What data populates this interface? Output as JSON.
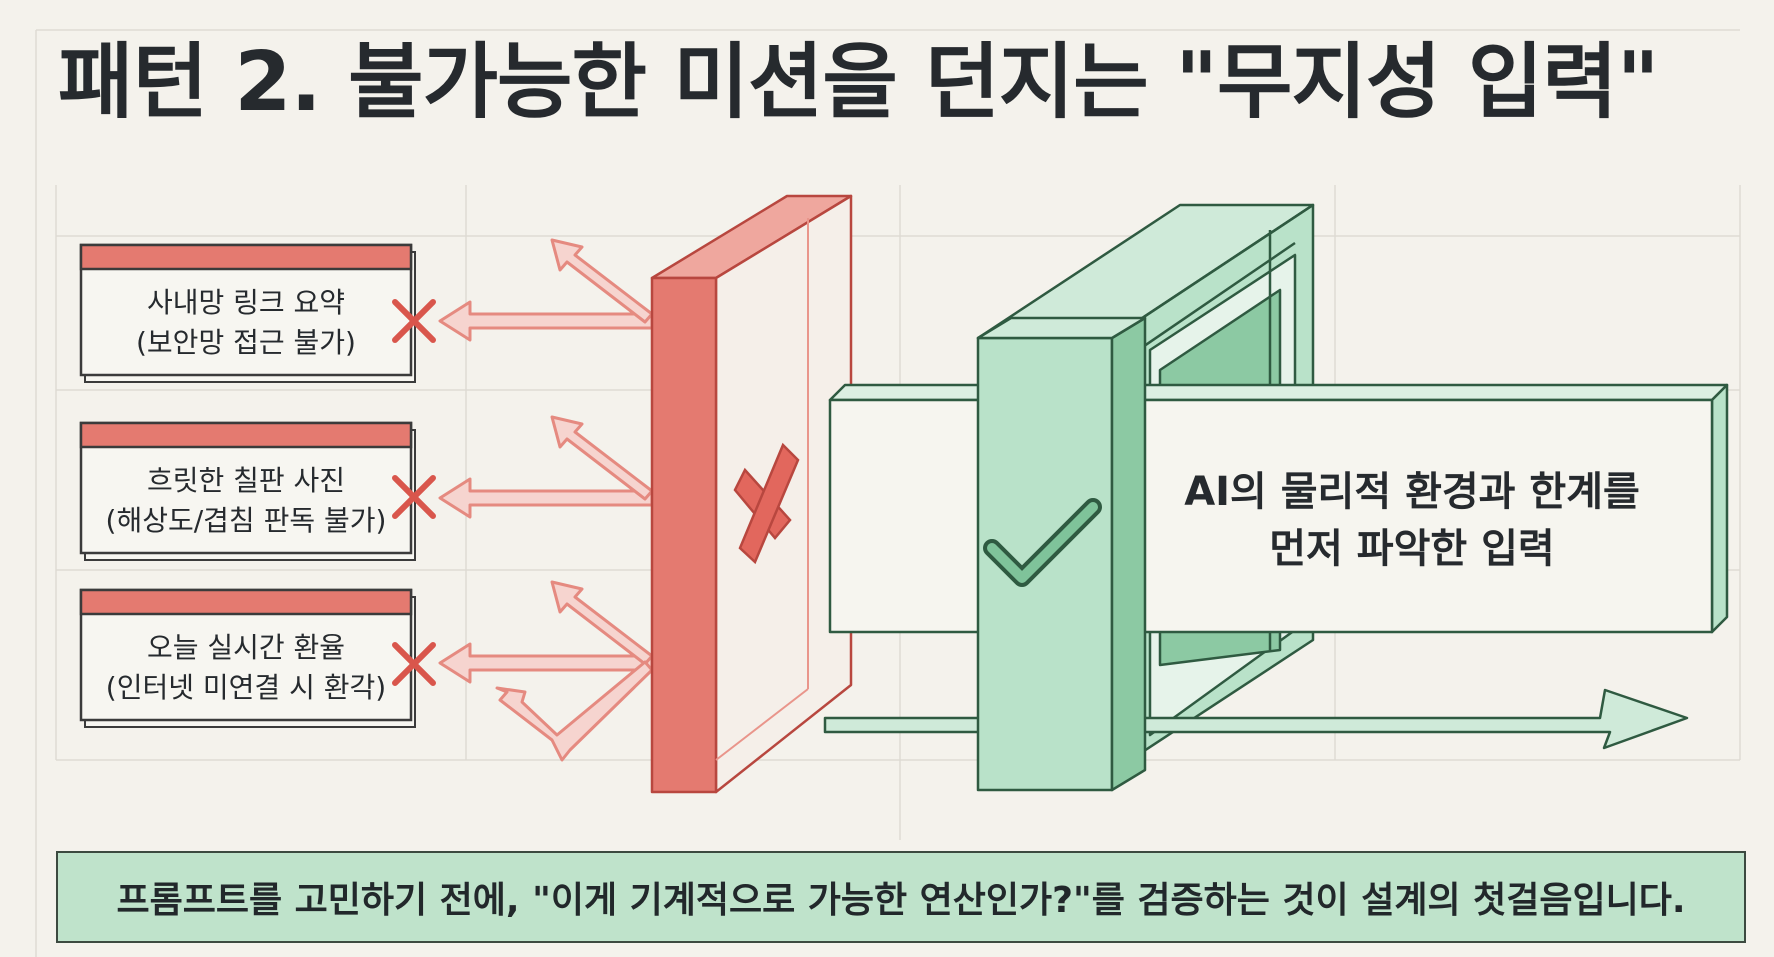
{
  "title": "패턴 2. 불가능한 미션을 던지는 \"무지성 입력\"",
  "blocked_inputs": [
    {
      "line1": "사내망 링크 요약",
      "line2": "(보안망 접근 불가)"
    },
    {
      "line1": "흐릿한 칠판 사진",
      "line2": "(해상도/겹침 판독 불가)"
    },
    {
      "line1": "오늘 실시간 환율",
      "line2": "(인터넷 미연결 시 환각)"
    }
  ],
  "valid_input": {
    "line1": "AI의 물리적 환경과 한계를",
    "line2": "먼저 파악한 입력"
  },
  "banner": "프롬프트를 고민하기 전에, \"이게 기계적으로 가능한 연산인가?\"를 검증하는 것이 설계의 첫걸음입니다.",
  "colors": {
    "blocked": "#e47a70",
    "blocked_light": "#f3b7ae",
    "valid": "#b9e2c9",
    "valid_dark": "#8cc9a3",
    "background": "#f4f2ec"
  }
}
